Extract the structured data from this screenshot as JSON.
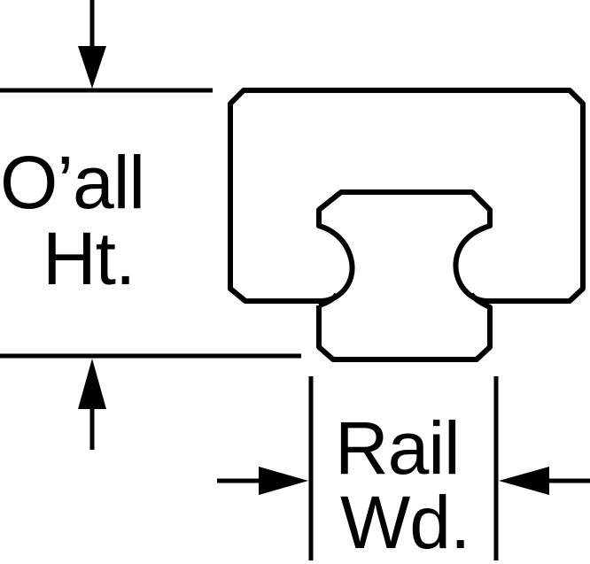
{
  "labels": {
    "overall_height_line1": "O’all",
    "overall_height_line2": "Ht.",
    "rail_width_line1": "Rail",
    "rail_width_line2": "Wd."
  },
  "colors": {
    "ink": "#000000",
    "background": "#ffffff"
  }
}
